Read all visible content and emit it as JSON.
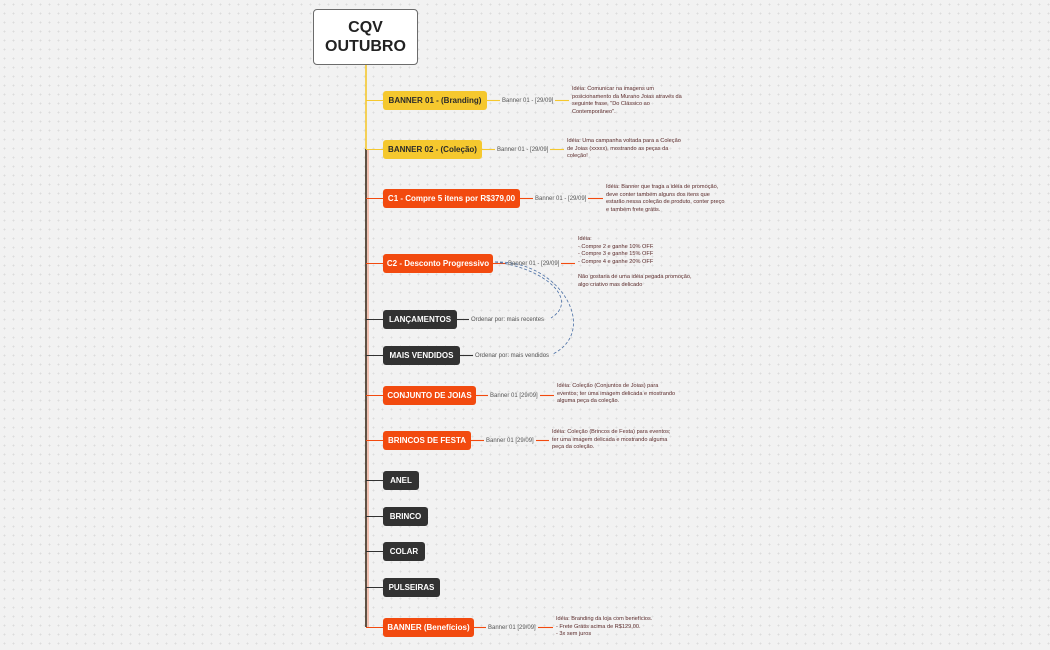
{
  "root": {
    "line1": "CQV",
    "line2": "OUTUBRO"
  },
  "colors": {
    "yellow": "#f5c82e",
    "orange": "#f24a0f",
    "dark": "#323232",
    "trunk_yellow": "#f5c82e",
    "trunk_dark": "#3a2a1a"
  },
  "nodes": [
    {
      "label": "BANNER 01 - (Branding)",
      "style": "yellow",
      "sub": "Banner 01 - [29/09]",
      "note": "Idéia: Comunicar na imagens um\nposicionamento da Murano Joias através da\nseguinte frase, \"Do Clássico ao\nContemporâneo\"."
    },
    {
      "label": "BANNER 02 - (Coleção)",
      "style": "yellow",
      "sub": "Banner 01 - [29/09]",
      "note": "Idéia: Uma campanha voltada para a Coleção\nde Joias (xxxxx), mostrando as peças da\ncoleção!"
    },
    {
      "label": "C1 - Compre 5 itens por R$379,00",
      "style": "orange",
      "sub": "Banner 01 - [29/09]",
      "note": "Idéia: Banner que traga a idéia de promoção,\ndeve conter também alguns dos itens que\nestarão nessa coleção de produto, conter preço\ne também frete grátis."
    },
    {
      "label": "C2 - Desconto Progressivo",
      "style": "orange",
      "sub": "Banner 01 - [29/09]",
      "note": "Idéia:\n- Compre 2 e ganhe 10% OFF\n- Compre 3 e ganhe 15% OFF\n- Compre 4 e ganhe 20% OFF\n\nNão gostaria de uma idéia pegada promoção,\nalgo criativo mas delicado"
    },
    {
      "label": "LANÇAMENTOS",
      "style": "dark",
      "sub": "Ordenar por: mais recentes",
      "note": ""
    },
    {
      "label": "MAIS VENDIDOS",
      "style": "dark",
      "sub": "Ordenar por: mais vendidos",
      "note": ""
    },
    {
      "label": "CONJUNTO DE JOIAS",
      "style": "orange",
      "sub": "Banner 01 [29/09]",
      "note": "Idéia: Coleção (Conjuntos de Joias) para\neventos; ter uma imagem delicada e mostrando\nalguma peça da coleção."
    },
    {
      "label": "BRINCOS DE FESTA",
      "style": "orange",
      "sub": "Banner 01 [29/09]",
      "note": "Idéia: Coleção (Brincos de Festa) para eventos;\nter uma imagem delicada e mostrando alguma\npeça da coleção."
    },
    {
      "label": "ANEL",
      "style": "dark",
      "sub": "",
      "note": ""
    },
    {
      "label": "BRINCO",
      "style": "dark",
      "sub": "",
      "note": ""
    },
    {
      "label": "COLAR",
      "style": "dark",
      "sub": "",
      "note": ""
    },
    {
      "label": "PULSEIRAS",
      "style": "dark",
      "sub": "",
      "note": ""
    },
    {
      "label": "BANNER (Benefícios)",
      "style": "orange",
      "sub": "Banner 01 [29/09]",
      "note": "Idéia: Branding da loja com benefícios.\n- Frete Grátis acima de R$129,00.\n- 3x sem juros"
    }
  ]
}
